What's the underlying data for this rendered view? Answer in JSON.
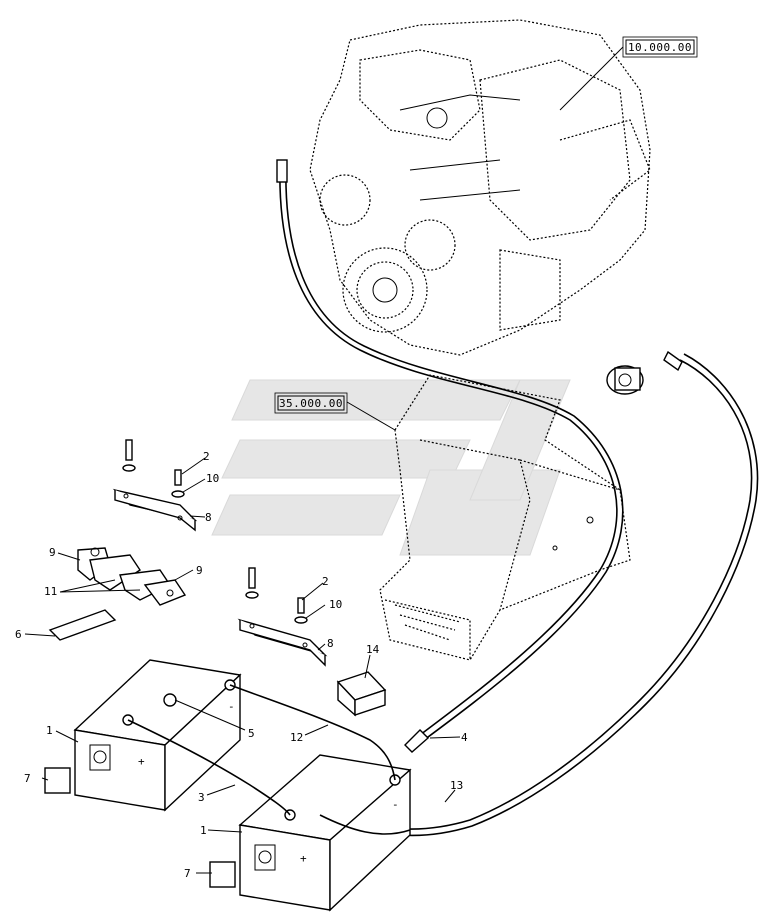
{
  "references": {
    "engine": "10.000.00",
    "battery_box": "35.000.00"
  },
  "callouts": {
    "c1a": "1",
    "c1b": "1",
    "c2a": "2",
    "c2b": "2",
    "c3": "3",
    "c4": "4",
    "c5": "5",
    "c6": "6",
    "c7a": "7",
    "c7b": "7",
    "c8a": "8",
    "c8b": "8",
    "c9a": "9",
    "c9b": "9",
    "c10a": "10",
    "c10b": "10",
    "c11": "11",
    "c12": "12",
    "c13": "13",
    "c14": "14"
  },
  "battery_terminals": {
    "plus": "+",
    "minus": "-"
  }
}
